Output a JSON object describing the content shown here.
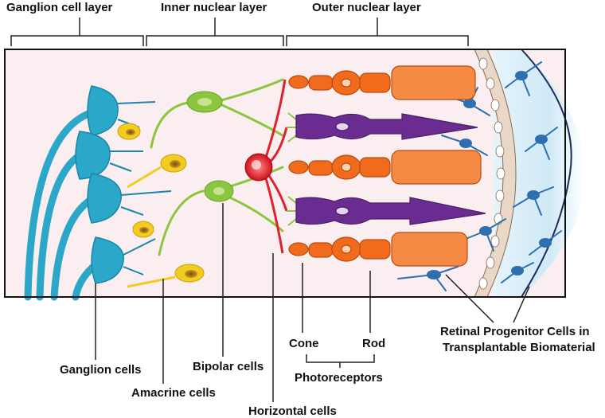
{
  "layers": {
    "ganglion_cell_layer": "Ganglion cell layer",
    "inner_nuclear_layer": "Inner nuclear layer",
    "outer_nuclear_layer": "Outer nuclear layer"
  },
  "labels": {
    "ganglion_cells": "Ganglion cells",
    "amacrine_cells": "Amacrine cells",
    "bipolar_cells": "Bipolar cells",
    "horizontal_cells": "Horizontal cells",
    "cone": "Cone",
    "rod": "Rod",
    "photoreceptors": "Photoreceptors",
    "progenitor_line1": "Retinal Progenitor Cells in",
    "progenitor_line2": "Transplantable Biomaterial"
  },
  "colors": {
    "ganglion": "#2aa7c9",
    "amacrine": "#f2cc1e",
    "bipolar": "#8cc63f",
    "horizontal": "#e0202a",
    "cone": "#f26a1b",
    "rod": "#6a2c91",
    "progenitor": "#2e6fb0",
    "tissue_bg": "#fbeef0",
    "biomaterial": "#cfe9f6"
  }
}
